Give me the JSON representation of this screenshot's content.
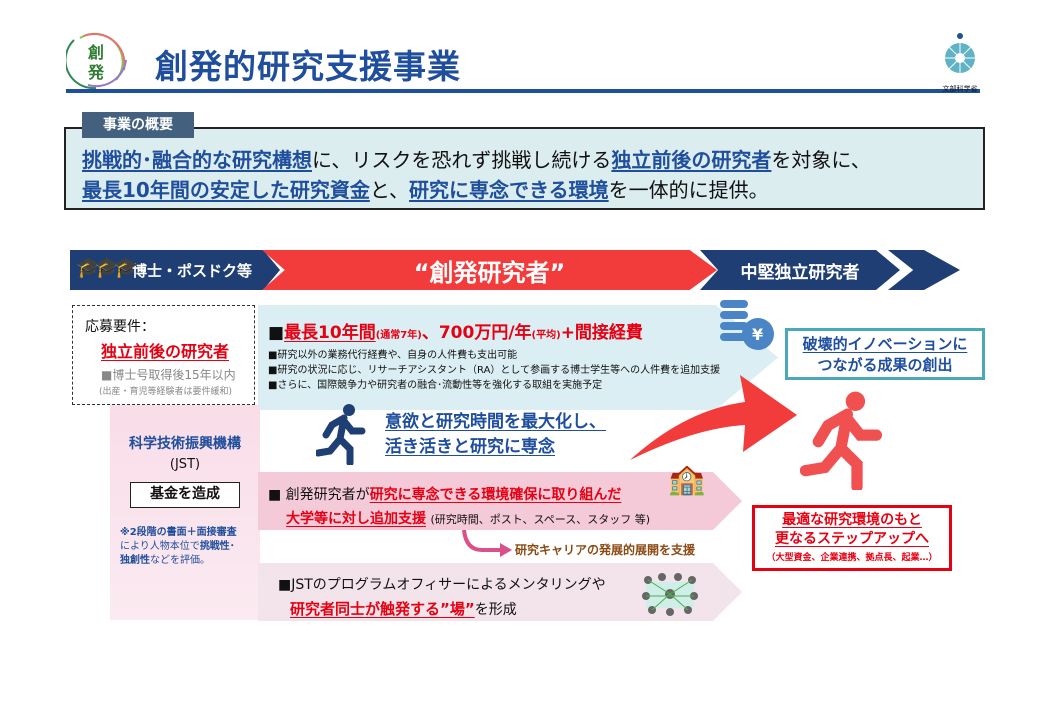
{
  "header": {
    "title": "創発的研究支援事業",
    "logo_text": "創発",
    "ministry_logo_text": "文部科学省"
  },
  "summary": {
    "tab": "事業の概要",
    "line1": [
      {
        "t": "挑戦的･融合的な研究構想",
        "hl": true
      },
      {
        "t": "に、リスクを恐れず挑戦し続ける",
        "hl": false
      },
      {
        "t": "独立前後の研究者",
        "hl": true
      },
      {
        "t": "を対象に、",
        "hl": false
      }
    ],
    "line2": [
      {
        "t": "最長10年間の安定した研究資金",
        "hl": true
      },
      {
        "t": "と、",
        "hl": false
      },
      {
        "t": "研究に専念できる環境",
        "hl": true
      },
      {
        "t": "を一体的に提供。",
        "hl": false
      }
    ]
  },
  "stages": {
    "phd": "博士・ポスドク等",
    "souhatsu": "“創発研究者”",
    "mid": "中堅独立研究者"
  },
  "requirements": {
    "label": "応募要件：",
    "main": "独立前後の研究者",
    "cond": "■博士号取得後15年以内",
    "note": "(出産・育児等経験者は要件緩和)"
  },
  "funding": {
    "h1": "最長10年間",
    "h1_small": "(通常7年)",
    "h2": "、700万円/年",
    "h2_small": "(平均)",
    "h3": "+間接経費",
    "bullets": [
      "■研究以外の業務代行経費や、自身の人件費も支出可能",
      "■研究の状況に応じ、リサーチアシスタント（RA）として参画する博士学生等への人件費を追加支援",
      "■さらに、国際競争力や研究者の融合･流動性等を強化する取組を実施予定"
    ]
  },
  "motivation": {
    "line1": "意欲と研究時間を最大化し、",
    "line2": "活き活きと研究に専念"
  },
  "jst": {
    "name": "科学技術振興機構",
    "abbr": "(JST)",
    "fund": "基金を造成",
    "review1": "※2段階の書面＋面接審査",
    "review2": "により人物本位で",
    "review2b": "挑戦性･",
    "review3a": "独創性",
    "review3b": "などを評価。"
  },
  "univ_support": {
    "pre": "■ 創発研究者が",
    "hl1": "研究に専念できる環境確保に取り組んだ",
    "hl2": "大学等に対し追加支援",
    "note": "(研究時間、ポスト、スペース、スタッフ 等)"
  },
  "career": "研究キャリアの発展的展開を支援",
  "mentoring": {
    "line1": "■JSTのプログラムオフィサーによるメンタリングや",
    "hl": "研究者同士が触発する”場”",
    "post": "を形成"
  },
  "outcome": {
    "line1": "破壊的イノベーションに",
    "line2": "つながる成果の創出"
  },
  "stepup": {
    "line1": "最適な研究環境のもと",
    "line2": "更なるステップアップへ",
    "note": "（大型資金、企業連携、拠点長、起業…）"
  }
}
